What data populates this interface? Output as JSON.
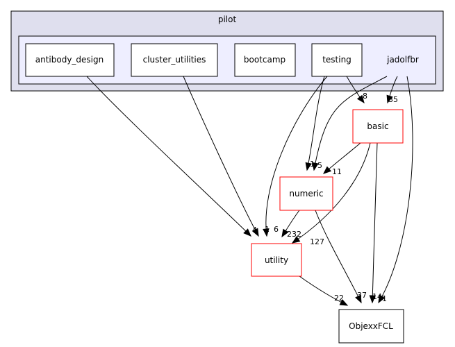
{
  "clusters": {
    "outer": {
      "label": "pilot",
      "fill": "#dfdfee",
      "stroke": "#000000"
    },
    "inner": {
      "fill": "#eeeeff",
      "stroke": "#000000"
    }
  },
  "colors": {
    "normal_border": "#000000",
    "linked_border": "#ff0000",
    "node_fill": "#ffffff"
  },
  "nodes": {
    "antibody_design": {
      "label": "antibody_design"
    },
    "cluster_utilities": {
      "label": "cluster_utilities"
    },
    "bootcamp": {
      "label": "bootcamp"
    },
    "testing": {
      "label": "testing"
    },
    "jadolfbr": {
      "label": "jadolfbr"
    },
    "basic": {
      "label": "basic"
    },
    "numeric": {
      "label": "numeric"
    },
    "utility": {
      "label": "utility"
    },
    "ObjexxFCL": {
      "label": "ObjexxFCL"
    }
  },
  "edges": [
    {
      "from": "antibody_design",
      "to": "utility",
      "label": "4"
    },
    {
      "from": "cluster_utilities",
      "to": "utility",
      "label": "1"
    },
    {
      "from": "testing",
      "to": "utility",
      "label": "6"
    },
    {
      "from": "testing",
      "to": "numeric",
      "label": "1"
    },
    {
      "from": "testing",
      "to": "basic",
      "label": "8"
    },
    {
      "from": "jadolfbr",
      "to": "basic",
      "label": "35"
    },
    {
      "from": "jadolfbr",
      "to": "numeric",
      "label": "5"
    },
    {
      "from": "jadolfbr",
      "to": "ObjexxFCL",
      "label": "1"
    },
    {
      "from": "basic",
      "to": "numeric",
      "label": "11"
    },
    {
      "from": "basic",
      "to": "utility",
      "label": "127"
    },
    {
      "from": "basic",
      "to": "ObjexxFCL",
      "label": "14"
    },
    {
      "from": "numeric",
      "to": "utility",
      "label": "232"
    },
    {
      "from": "numeric",
      "to": "ObjexxFCL",
      "label": "37"
    },
    {
      "from": "utility",
      "to": "ObjexxFCL",
      "label": "22"
    }
  ]
}
